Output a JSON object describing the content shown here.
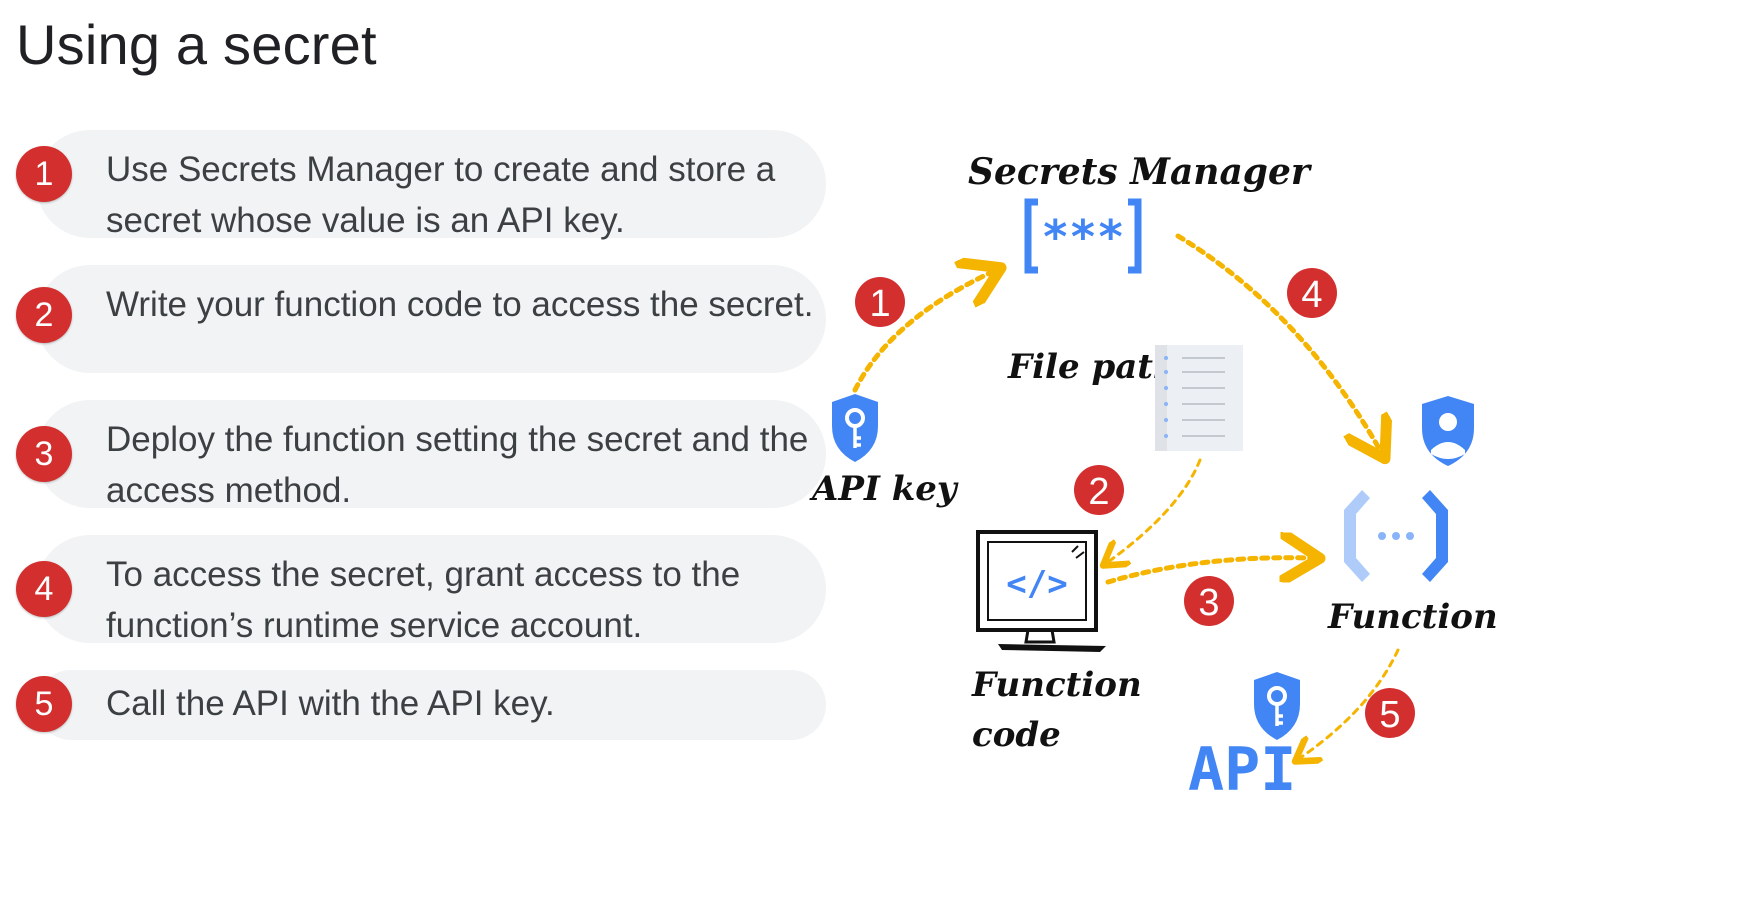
{
  "title": "Using a secret",
  "steps": [
    {
      "number": "1",
      "text": "Use Secrets Manager to create and store a secret whose value is an API key."
    },
    {
      "number": "2",
      "text": "Write your function code to access the secret."
    },
    {
      "number": "3",
      "text": "Deploy the function setting the secret and the access method."
    },
    {
      "number": "4",
      "text": "To access the secret, grant access to the function’s runtime service account."
    },
    {
      "number": "5",
      "text": "Call the API with the API key."
    }
  ],
  "diagram": {
    "secrets_manager_label": "Secrets Manager",
    "secrets_manager_glyph": "[***]",
    "file_path_label": "File path",
    "api_key_label": "API key",
    "function_label": "Function",
    "function_code_label_line1": "Function",
    "function_code_label_line2": "code",
    "code_glyph": "</>",
    "function_glyph": "...",
    "api_label": "API",
    "arrow_numbers": [
      "1",
      "2",
      "3",
      "4",
      "5"
    ],
    "colors": {
      "badge_red": "#d32f2f",
      "arrow_yellow": "#f4b400",
      "google_blue": "#4285f4",
      "step_background": "#f1f3f4"
    },
    "icons": [
      "shield-key-icon",
      "secrets-bracket-icon",
      "file-list-icon",
      "service-account-icon",
      "function-brackets-icon",
      "code-monitor-icon"
    ]
  }
}
